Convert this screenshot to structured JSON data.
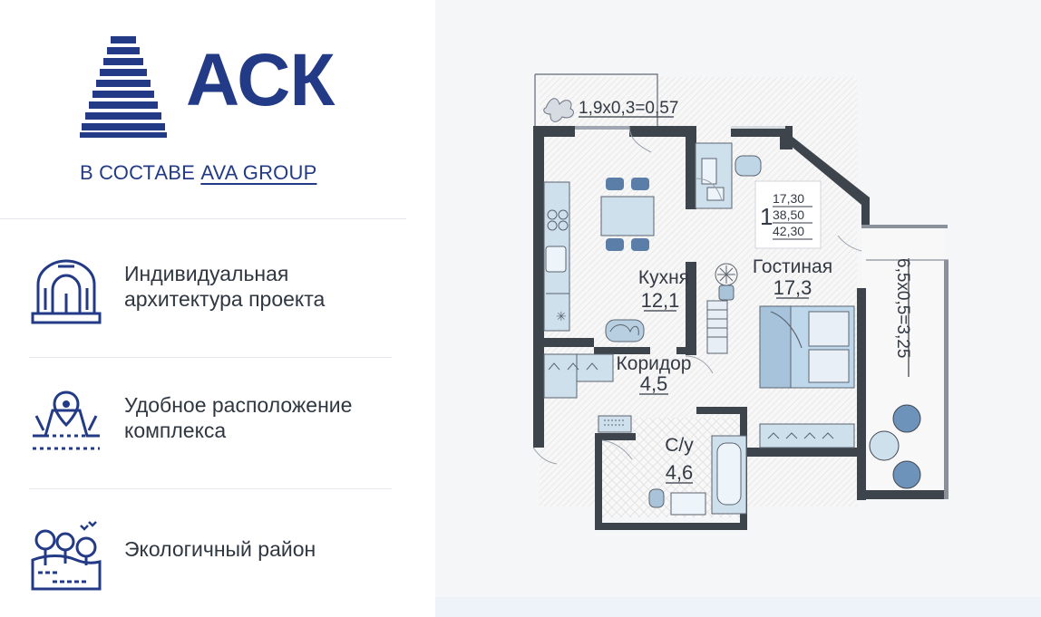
{
  "brand": {
    "logo_word": "АСК",
    "subtitle_prefix": "В СОСТАВЕ",
    "subtitle_group": "AVA GROUP",
    "brand_color": "#233b86"
  },
  "features": [
    {
      "icon": "architecture-icon",
      "line1": "Индивидуальная",
      "line2": "архитектура проекта"
    },
    {
      "icon": "location-icon",
      "line1": "Удобное расположение",
      "line2": "комплекса"
    },
    {
      "icon": "eco-icon",
      "line1": "Экологичный район",
      "line2": ""
    }
  ],
  "plan": {
    "top_balcony_area": "1,9х0,3=0,57",
    "side_balcony_area": "6,5х0,5=3,25",
    "room_count": "1",
    "living_area": "17,30",
    "total_area": "38,50",
    "overall_area": "42,30",
    "rooms": [
      {
        "name": "Кухня",
        "area": "12,1"
      },
      {
        "name": "Гостиная",
        "area": "17,3"
      },
      {
        "name": "Коридор",
        "area": "4,5"
      },
      {
        "name": "С/у",
        "area": "4,6"
      }
    ]
  }
}
